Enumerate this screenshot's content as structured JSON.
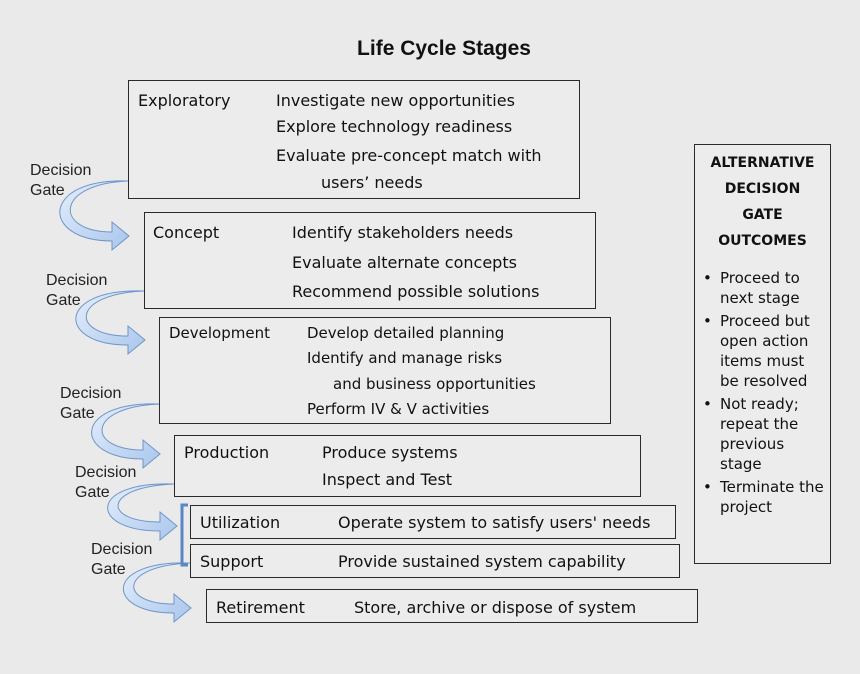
{
  "title": "Life Cycle Stages",
  "gate_label_line1": "Decision",
  "gate_label_line2": "Gate",
  "stages": [
    {
      "name": "Exploratory",
      "activities": [
        "Investigate new opportunities",
        "Explore technology readiness",
        "Evaluate pre-concept match with",
        "users’ needs"
      ]
    },
    {
      "name": "Concept",
      "activities": [
        "Identify stakeholders needs",
        "Evaluate alternate concepts",
        "Recommend possible solutions"
      ]
    },
    {
      "name": "Development",
      "activities": [
        "Develop detailed planning",
        "Identify and manage risks",
        "and business opportunities",
        "Perform IV & V activities"
      ]
    },
    {
      "name": "Production",
      "activities": [
        "Produce systems",
        "Inspect and Test"
      ]
    },
    {
      "name": "Utilization",
      "activities": [
        "Operate system to satisfy users' needs"
      ]
    },
    {
      "name": "Support",
      "activities": [
        "Provide sustained system capability"
      ]
    },
    {
      "name": "Retirement",
      "activities": [
        "Store, archive or dispose of system"
      ]
    }
  ],
  "outcomes": {
    "heading": [
      "ALTERNATIVE",
      "DECISION",
      "GATE",
      "OUTCOMES"
    ],
    "items": [
      "Proceed to next stage",
      "Proceed but open action items must be resolved",
      "Not ready; repeat the previous stage",
      "Terminate the project"
    ]
  },
  "colors": {
    "arrow_fill": "#c9dcf3",
    "arrow_stroke": "#6f95c8",
    "bracket": "#5b86c4"
  }
}
